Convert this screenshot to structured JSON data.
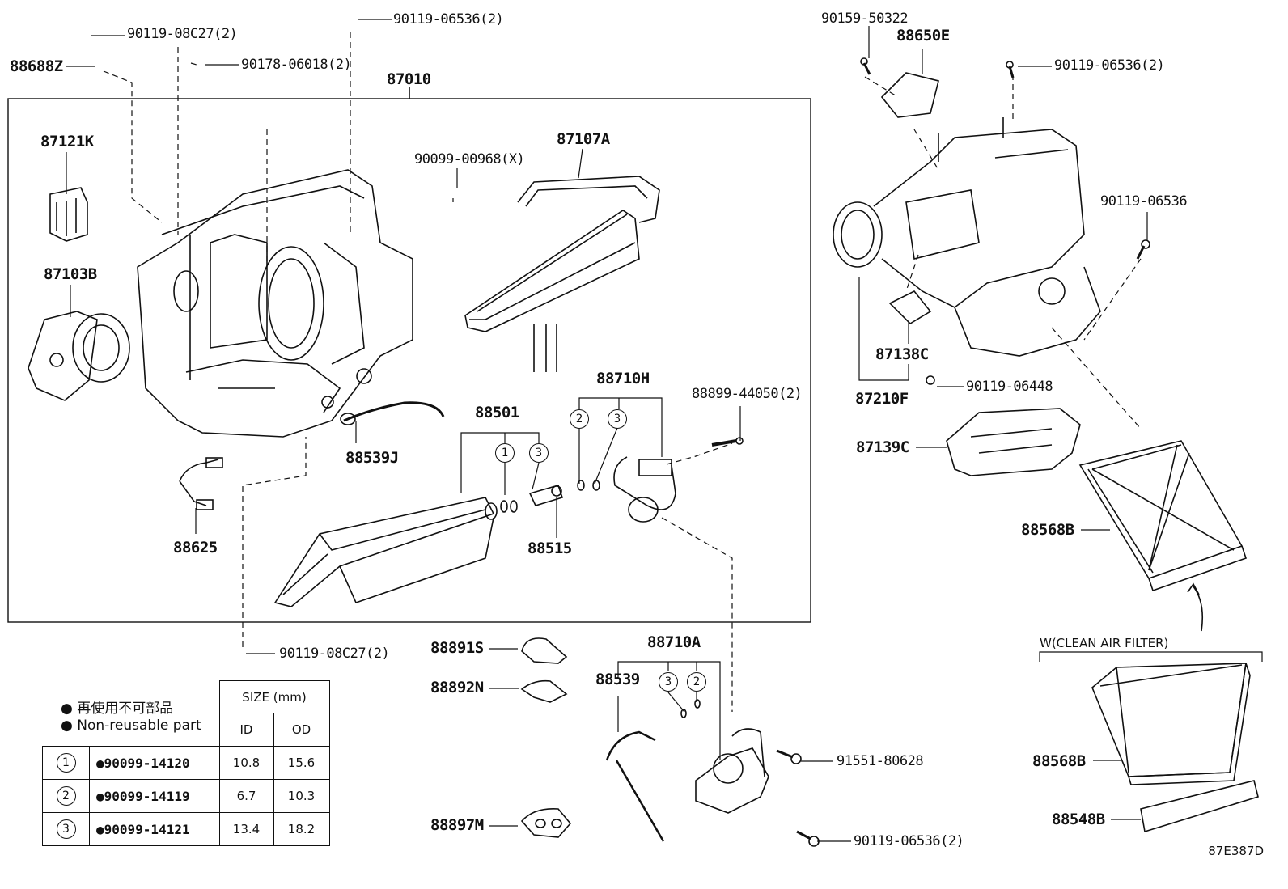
{
  "labels": {
    "p90119_08C27_top": "90119-08C27(2)",
    "p88688Z": "88688Z",
    "p90178_06018": "90178-06018(2)",
    "p90119_06536_top": "90119-06536(2)",
    "p87010": "87010",
    "p87121K": "87121K",
    "p87103B": "87103B",
    "p90099_00968": "90099-00968(X)",
    "p87107A": "87107A",
    "p88710H": "88710H",
    "p88899_44050": "88899-44050(2)",
    "p88501": "88501",
    "p88539J": "88539J",
    "p88625": "88625",
    "p88515": "88515",
    "p90119_08C27_bottom": "90119-08C27(2)",
    "p88891S": "88891S",
    "p88892N": "88892N",
    "p88710A": "88710A",
    "p88539": "88539",
    "p88897M": "88897M",
    "p91551_80628": "91551-80628",
    "p90119_06536_bottom": "90119-06536(2)",
    "p90159_50322": "90159-50322",
    "p88650E": "88650E",
    "p90119_06536_right": "90119-06536(2)",
    "p90119_06536_single": "90119-06536",
    "p87138C": "87138C",
    "p90119_06448": "90119-06448",
    "p87210F": "87210F",
    "p87139C": "87139C",
    "p88568B_top": "88568B",
    "p88568B_bottom": "88568B",
    "p88548B": "88548B"
  },
  "circle_marks": {
    "one": "1",
    "two": "2",
    "three": "3"
  },
  "legend": {
    "jp": "再使用不可部品",
    "en": "Non-reusable part"
  },
  "size_table": {
    "size_header": "SIZE (mm)",
    "id_header": "ID",
    "od_header": "OD",
    "rows": [
      {
        "no": "1",
        "part": "●90099-14120",
        "id": "10.8",
        "od": "15.6"
      },
      {
        "no": "2",
        "part": "●90099-14119",
        "id": "6.7",
        "od": "10.3"
      },
      {
        "no": "3",
        "part": "●90099-14121",
        "id": "13.4",
        "od": "18.2"
      }
    ]
  },
  "clean_air_filter_label": "W(CLEAN AIR FILTER)",
  "diagram_code": "87E387D"
}
